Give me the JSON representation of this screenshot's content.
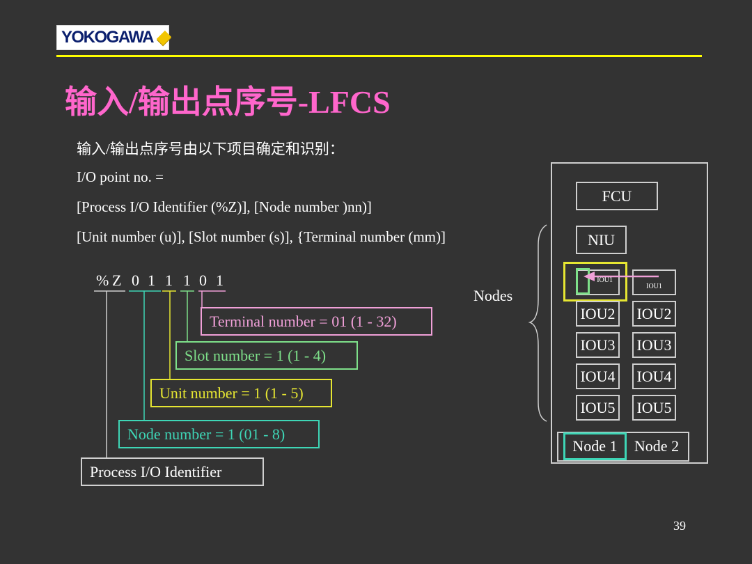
{
  "logo": {
    "text": "YOKOGAWA"
  },
  "title": "输入/输出点序号-LFCS",
  "lines": [
    "输入/输出点序号由以下项目确定和识别：",
    "I/O point no. =",
    "[Process I/O Identifier (%Z)], [Node number )nn)]",
    "[Unit number (u)], [Slot number (s)], {Terminal number (mm)]"
  ],
  "code": [
    "%",
    "Z",
    "0",
    "1",
    "1",
    "1",
    "0",
    "1"
  ],
  "labels": {
    "terminal": "Terminal number = 01 (1 - 32)",
    "slot": "Slot number = 1 (1 - 4)",
    "unit": "Unit number = 1 (1 - 5)",
    "node": "Node number = 1 (01 - 8)",
    "pio": "Process I/O Identifier"
  },
  "diagram": {
    "fcu": "FCU",
    "niu": "NIU",
    "iou1": "IOU1",
    "iou1_right": "IOU1",
    "rows": [
      [
        "IOU2",
        "IOU2"
      ],
      [
        "IOU3",
        "IOU3"
      ],
      [
        "IOU4",
        "IOU4"
      ],
      [
        "IOU5",
        "IOU5"
      ]
    ],
    "node1": "Node 1",
    "node2": "Node 2",
    "nodes_label": "Nodes"
  },
  "colors": {
    "title": "#ff66cc",
    "terminal": "#f0a0d8",
    "slot": "#7ee08a",
    "unit": "#e6e632",
    "node": "#3ed6b6",
    "rule": "#ffff00"
  },
  "page_number": "39"
}
